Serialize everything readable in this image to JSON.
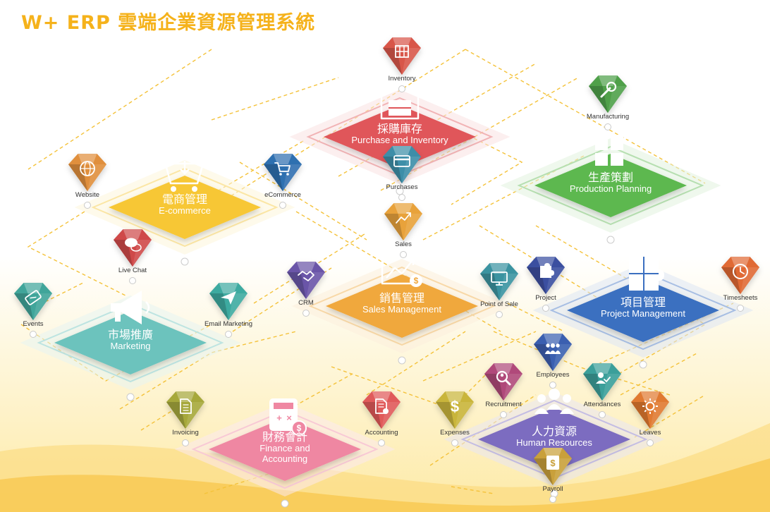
{
  "title": "W+ ERP 雲端企業資源管理系統",
  "hubs": {
    "purchase": {
      "zh": "採購庫存",
      "en1": "Purchase  and Inventory",
      "en2": "",
      "color": "#e0575a"
    },
    "ecommerce": {
      "zh": "電商管理",
      "en1": "E-commerce",
      "en2": "",
      "color": "#f7c736"
    },
    "production": {
      "zh": "生產策劃",
      "en1": "Production Planning",
      "en2": "",
      "color": "#5db84f"
    },
    "sales": {
      "zh": "銷售管理",
      "en1": "Sales Management",
      "en2": "",
      "color": "#f0a83c"
    },
    "marketing": {
      "zh": "市場推廣",
      "en1": "Marketing",
      "en2": "",
      "color": "#6cc3bd"
    },
    "project": {
      "zh": "項目管理",
      "en1": "Project Management",
      "en2": "",
      "color": "#3b6fc0"
    },
    "finance": {
      "zh": "財務會計",
      "en1": "Finance and",
      "en2": "Accounting",
      "color": "#ef87a2"
    },
    "hr": {
      "zh": "人力資源",
      "en1": "Human Resources",
      "en2": "",
      "color": "#7b6cc0"
    }
  },
  "satellites": {
    "inventory": {
      "label": "Inventory",
      "icon": "warehouse-icon",
      "color": "#d8564a"
    },
    "purchases": {
      "label": "Purchases",
      "icon": "credit-card-icon",
      "color": "#3d8ea8"
    },
    "manufacturing": {
      "label": "Manufacturing",
      "icon": "wrench-icon",
      "color": "#4fa04a"
    },
    "website": {
      "label": "Website",
      "icon": "globe-icon",
      "color": "#e08f3c"
    },
    "ecommerce_sat": {
      "label": "eCommerce",
      "icon": "shopping-cart-icon",
      "color": "#2f6fb0"
    },
    "sales_sat": {
      "label": "Sales",
      "icon": "chart-icon",
      "color": "#e8a23a"
    },
    "livechat": {
      "label": "Live Chat",
      "icon": "chat-bubbles-icon",
      "color": "#cf4a4a"
    },
    "crm": {
      "label": "CRM",
      "icon": "handshake-icon",
      "color": "#6a55a8"
    },
    "pos": {
      "label": "Point of Sale",
      "icon": "monitor-icon",
      "color": "#3a93a0"
    },
    "project_sat": {
      "label": "Project",
      "icon": "puzzle-icon",
      "color": "#3a4fa0"
    },
    "timesheets": {
      "label": "Timesheets",
      "icon": "clock-icon",
      "color": "#e06a35"
    },
    "events": {
      "label": "Events",
      "icon": "ticket-icon",
      "color": "#3fa59a"
    },
    "email": {
      "label": "Email Marketing",
      "icon": "paper-plane-icon",
      "color": "#3eaaa0"
    },
    "employees": {
      "label": "Employees",
      "icon": "people-icon",
      "color": "#3a5fb0"
    },
    "recruitment": {
      "label": "Recruitment",
      "icon": "magnifier-icon",
      "color": "#b04a7a"
    },
    "attendances": {
      "label": "Attendances",
      "icon": "user-check-icon",
      "color": "#3a9f9a"
    },
    "invoicing": {
      "label": "Invoicing",
      "icon": "document-icon",
      "color": "#a6a83a"
    },
    "accounting": {
      "label": "Accounting",
      "icon": "document-gear-icon",
      "color": "#e05a5a"
    },
    "expenses": {
      "label": "Expenses",
      "icon": "dollar-icon",
      "color": "#c9b53a"
    },
    "leaves": {
      "label": "Leaves",
      "icon": "sun-icon",
      "color": "#e07a30"
    },
    "payroll": {
      "label": "Payroll",
      "icon": "wallet-icon",
      "color": "#c9a03a"
    }
  }
}
